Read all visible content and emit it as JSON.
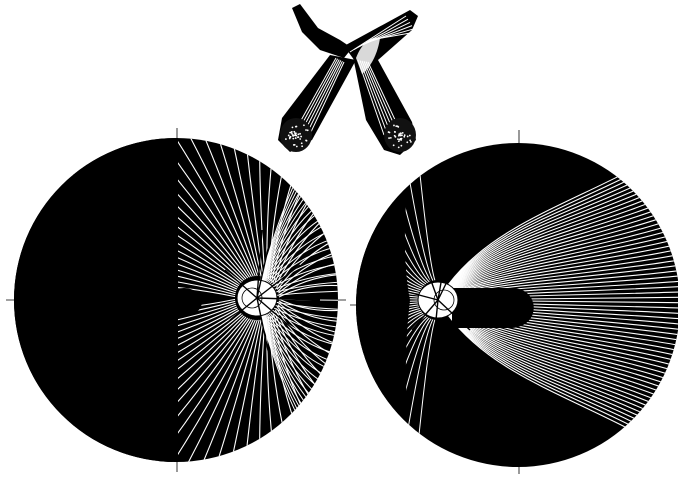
{
  "figure": {
    "background_color": "#ffffff",
    "ink_color": "#000000",
    "fiber_color": "#ffffff",
    "components": [
      {
        "name": "optic-chiasm",
        "description_icon": "chiasm-icon"
      },
      {
        "name": "left-fundus-hemifield",
        "shaded_half": "left",
        "icon": "fundus-icon"
      },
      {
        "name": "right-fundus-hemifield",
        "shaded_half": "left",
        "icon": "fundus-icon"
      }
    ]
  }
}
